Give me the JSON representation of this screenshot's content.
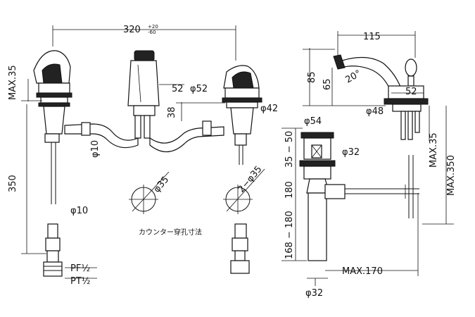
{
  "dimensions": {
    "spacing_main": "320",
    "spacing_tol_upper": "+20",
    "spacing_tol_lower": "-60",
    "handle_max_height": "MAX.35",
    "pipe_length": "350",
    "tube_dia": "φ10",
    "tube_dia_lower": "φ10",
    "thread_pf": "PF½",
    "thread_pt": "PT½",
    "spout_width": "52",
    "body_dia": "φ52",
    "spout_height": "38",
    "base_dia": "φ42",
    "hole_dia_center": "φ35",
    "hole_dia_side": "2−φ35",
    "counter_hole_label": "カウンター穿孔寸法",
    "spout_reach": "115",
    "spout_h1": "85",
    "spout_h2": "65",
    "spout_angle": "20°",
    "base_width_side": "52",
    "base_dia_side": "φ48",
    "side_max35": "MAX.35",
    "side_max350": "MAX.350",
    "drain_top_dia": "φ54",
    "drain_dia": "φ32",
    "drain_range1": "35 − 50",
    "drain_range2": "180",
    "drain_range3": "168 − 180",
    "drain_max170": "MAX.170",
    "drain_bottom_dia": "φ32"
  }
}
